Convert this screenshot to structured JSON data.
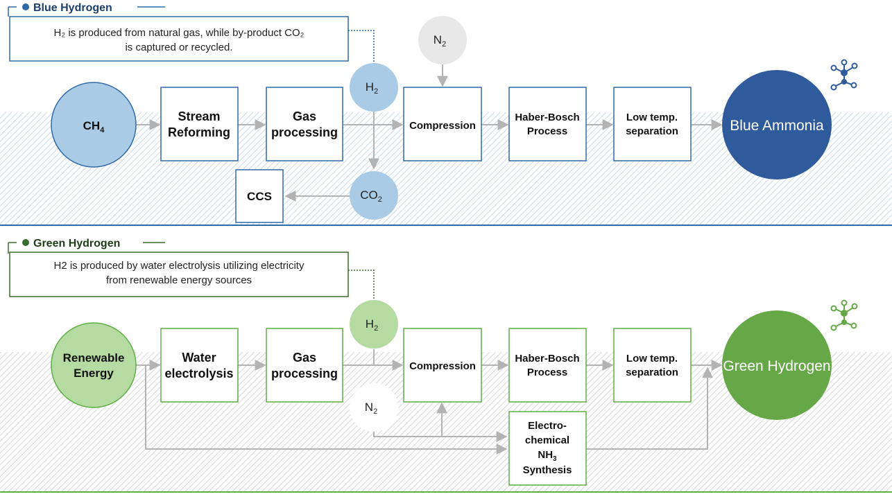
{
  "colors": {
    "blue_accent": "#2f6aa8",
    "blue_dark": "#2f5b9c",
    "blue_light": "#a9cbe6",
    "blue_pale": "#bfd7ec",
    "blue_stripe": "#c9dbe9",
    "green_accent": "#3b6b2e",
    "green_dark": "#66a847",
    "green_mid": "#7bbd5b",
    "green_light": "#b5dba2",
    "green_box": "#5fae45",
    "grey_stripe": "#d7d7d7",
    "arrow": "#b3b3b3"
  },
  "blue_section": {
    "header": "Blue Hydrogen",
    "description_lines": [
      "H₂ is produced from natural gas, while by-product CO₂",
      "is captured or recycled."
    ],
    "n2_main": "N",
    "n2_sub": "2",
    "h2_main": "H",
    "h2_sub": "2",
    "ch4_main": "CH",
    "ch4_sub": "4",
    "co2_main": "CO",
    "co2_sub": "2",
    "ccs": "CCS",
    "stream_reforming": [
      "Stream",
      "Reforming"
    ],
    "gas_processing": [
      "Gas",
      "processing"
    ],
    "compression": "Compression",
    "haber_bosch": [
      "Haber-Bosch",
      "Process"
    ],
    "low_temp": [
      "Low temp.",
      "separation"
    ],
    "product": "Blue Ammonia",
    "molecule_icon": "molecule-icon"
  },
  "green_section": {
    "header": "Green Hydrogen",
    "description_lines": [
      "H2 is produced by water electrolysis utilizing electricity",
      "from renewable energy sources"
    ],
    "h2_main": "H",
    "h2_sub": "2",
    "n2_main": "N",
    "n2_sub": "2",
    "renewable": [
      "Renewable",
      "Energy"
    ],
    "water_electrolysis": [
      "Water",
      "electrolysis"
    ],
    "gas_processing": [
      "Gas",
      "processing"
    ],
    "compression": "Compression",
    "haber_bosch": [
      "Haber-Bosch",
      "Process"
    ],
    "low_temp": [
      "Low temp.",
      "separation"
    ],
    "electrochemical": [
      "Electro-",
      "chemical"
    ],
    "electrochemical_nh_main": "NH",
    "electrochemical_nh_sub": "3",
    "electrochemical_synthesis": "Synthesis",
    "product": "Green Hydrogen",
    "molecule_icon": "molecule-icon"
  }
}
